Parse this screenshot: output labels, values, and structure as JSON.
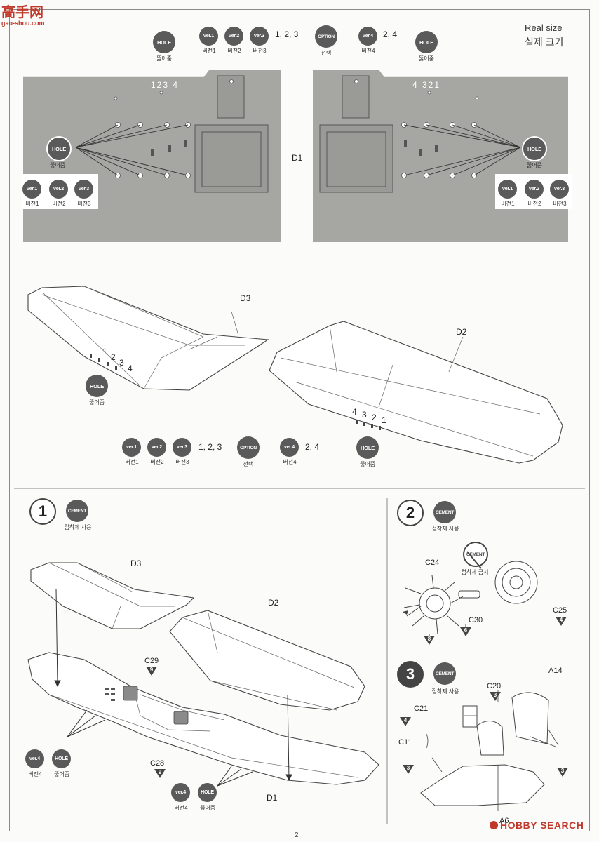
{
  "watermark": {
    "brand": "高手网",
    "site": "gao-shou.com"
  },
  "real_size": {
    "en": "Real size",
    "kr": "실제 크기"
  },
  "badges": {
    "hole": "HOLE",
    "hole_caption": "뚫어줌",
    "ver1": "ver.1",
    "ver1_caption": "버전1",
    "ver2": "ver.2",
    "ver2_caption": "버전2",
    "ver3": "ver.3",
    "ver3_caption": "버전3",
    "ver4": "ver.4",
    "ver4_caption": "버전4",
    "option": "OPTION",
    "option_caption": "선택",
    "cement": "CEMENT",
    "cement_caption": "접착제 사용",
    "no_cement_caption": "접착제 금지"
  },
  "top_section": {
    "versions_123_text": "1, 2, 3",
    "versions_24_text": "2, 4",
    "left_hole_numbers": "123 4",
    "right_hole_numbers": "4 321",
    "part_label": "D1"
  },
  "middle_section": {
    "d3_label": "D3",
    "d2_label": "D2",
    "d3_numbers": [
      "1",
      "2",
      "3",
      "4"
    ],
    "d2_numbers": [
      "4",
      "3",
      "2",
      "1"
    ],
    "versions_123_text": "1, 2, 3",
    "versions_24_text": "2, 4"
  },
  "step1": {
    "number": "1",
    "parts": {
      "d3": "D3",
      "d2": "D2",
      "d1": "D1",
      "c29": "C29",
      "c28": "C28"
    },
    "tri_c29": "9",
    "tri_c28": "9"
  },
  "step2": {
    "number": "2",
    "parts": {
      "c24": "C24",
      "c25": "C25",
      "c30": "C30"
    },
    "tri_c25": "4",
    "tri_c24": "8",
    "tri_c30": "6"
  },
  "step3": {
    "number": "3",
    "parts": {
      "c20": "C20",
      "a14": "A14",
      "c21": "C21",
      "c11": "C11",
      "a6": "A6"
    },
    "tri_c20": "3",
    "tri_c11_top": "4",
    "tri_c11_bottom": "3",
    "tri_a14": "3"
  },
  "footer": {
    "page": "2",
    "logo": "HOBBY SEARCH"
  }
}
